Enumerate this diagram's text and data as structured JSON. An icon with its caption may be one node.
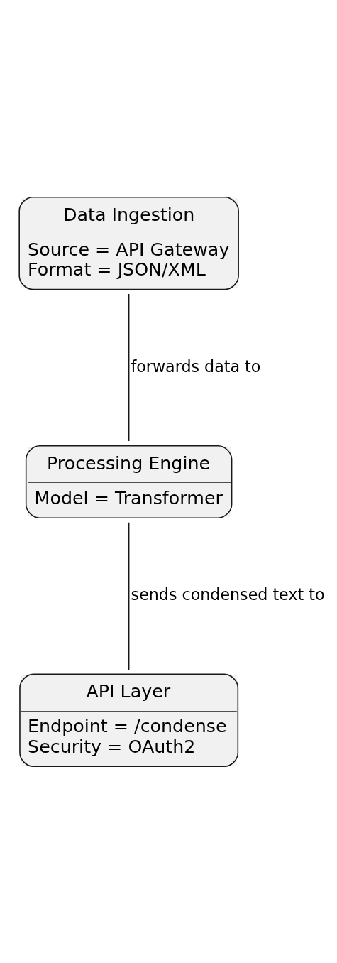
{
  "diagram": {
    "nodes": [
      {
        "text": [
          "Data Ingestion",
          "Source = API Gateway",
          "Format = JSON/XML"
        ]
      },
      {
        "text": [
          "Processing Engine",
          "Model = Transformer"
        ]
      },
      {
        "text": [
          "API Layer",
          "Endpoint = /condense",
          "Security = OAuth2"
        ]
      }
    ],
    "edges": [
      {
        "from": 0,
        "to": 1,
        "arrow": "none",
        "label": "forwards data to"
      },
      {
        "from": 1,
        "to": 2,
        "arrow": "none",
        "label": "sends condensed text to"
      }
    ]
  }
}
